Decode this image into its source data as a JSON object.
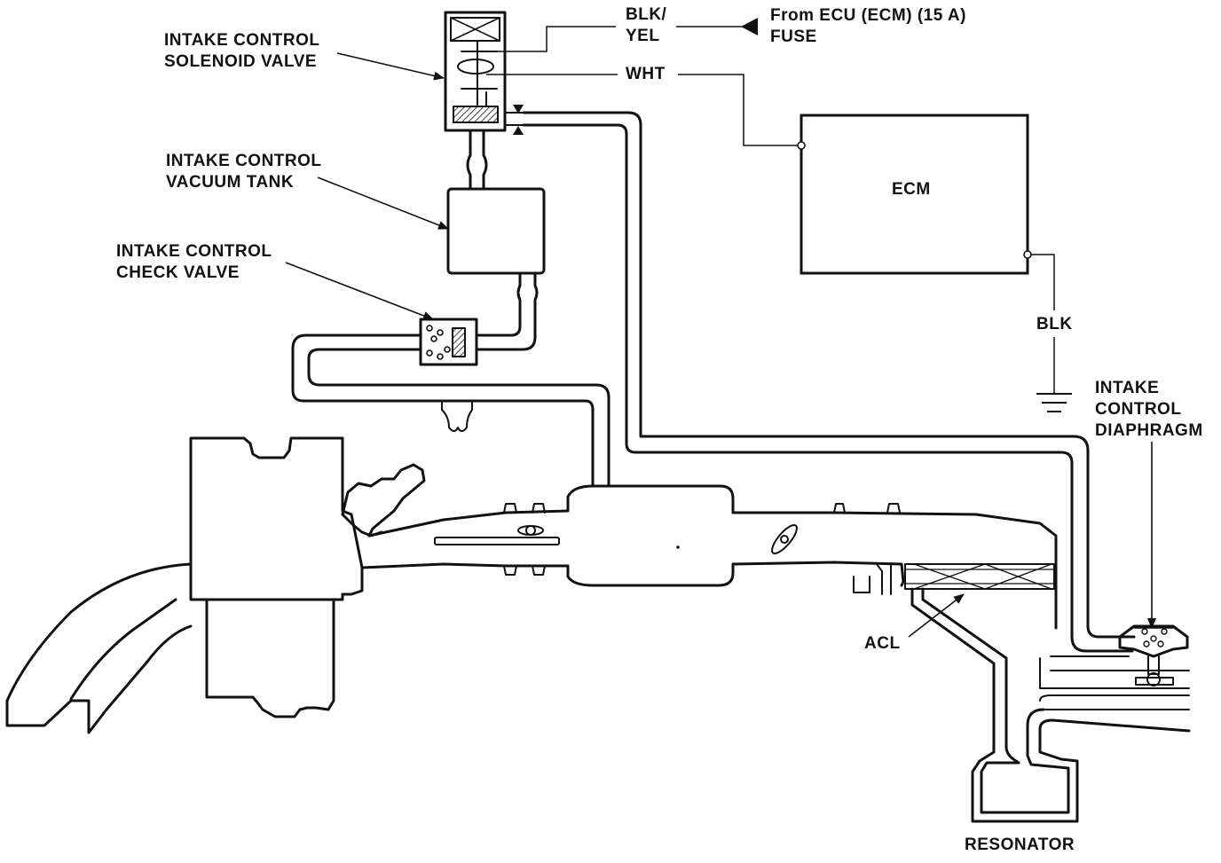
{
  "labels": {
    "solenoid_valve": [
      "INTAKE CONTROL",
      "SOLENOID VALVE"
    ],
    "vacuum_tank": [
      "INTAKE CONTROL",
      "VACUUM TANK"
    ],
    "check_valve": [
      "INTAKE CONTROL",
      "CHECK VALVE"
    ],
    "blk_yel": [
      "BLK/",
      "YEL"
    ],
    "from_ecu": [
      "From ECU (ECM) (15 A)",
      "FUSE"
    ],
    "wht": "WHT",
    "ecm": "ECM",
    "blk": "BLK",
    "diaphragm": [
      "INTAKE",
      "CONTROL",
      "DIAPHRAGM"
    ],
    "acl": "ACL",
    "resonator": "RESONATOR"
  },
  "colors": {
    "line": "#111111",
    "background": "#ffffff"
  }
}
